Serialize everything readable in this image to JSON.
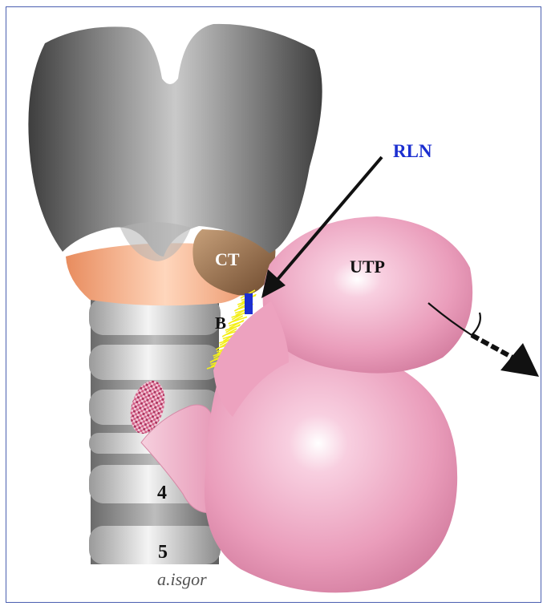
{
  "labels": {
    "rln": "RLN",
    "utp": "UTP",
    "ct": "CT",
    "b": "B",
    "ring4": "4",
    "ring5": "5"
  },
  "signature": "a.isgor",
  "colors": {
    "frame": "#4a5fb0",
    "thyroid_cartilage": "#6b6b6b",
    "cricoid": "#f2b08a",
    "ct_muscle": "#9a7050",
    "trachea": "#d6d6d6",
    "thyroid": "#ee9fbf",
    "berry_ligament": "#f4ef1a",
    "nerve": "#1c2fd0",
    "rln_text": "#1c2fd0",
    "arrow": "#111111"
  }
}
